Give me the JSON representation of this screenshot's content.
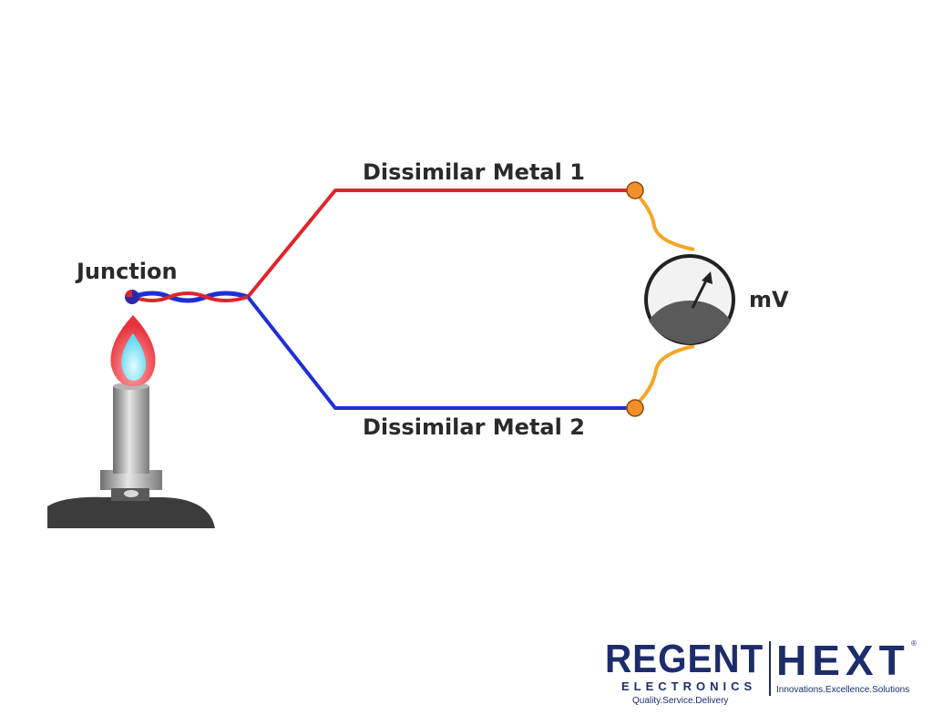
{
  "labels": {
    "junction": "Junction",
    "metal1": "Dissimilar Metal 1",
    "metal2": "Dissimilar Metal 2",
    "meter_unit": "mV"
  },
  "colors": {
    "metal1": "#e0242b",
    "metal2": "#1f2fd6",
    "lead_wire": "#f5a623",
    "terminal": "#f0902a",
    "meter_face": "#f2f2f2",
    "meter_dial": "#5a5a5a",
    "flame_outer": "#e8323a",
    "flame_inner": "#5fd9ef",
    "burner": "#9a9a9a",
    "base": "#3c3c3c",
    "logo": "#1d2d6b"
  },
  "icons": {
    "heat_source": "bunsen-burner-icon",
    "meter": "millivoltmeter-icon"
  },
  "logos": {
    "regent": {
      "name": "REGENT",
      "sub": "ELECTRONICS",
      "tagline": "Quality.Service.Delivery"
    },
    "hext": {
      "name": "HEXT",
      "registered": "®",
      "tagline": "Innovations.Excellence.Solutions"
    }
  }
}
